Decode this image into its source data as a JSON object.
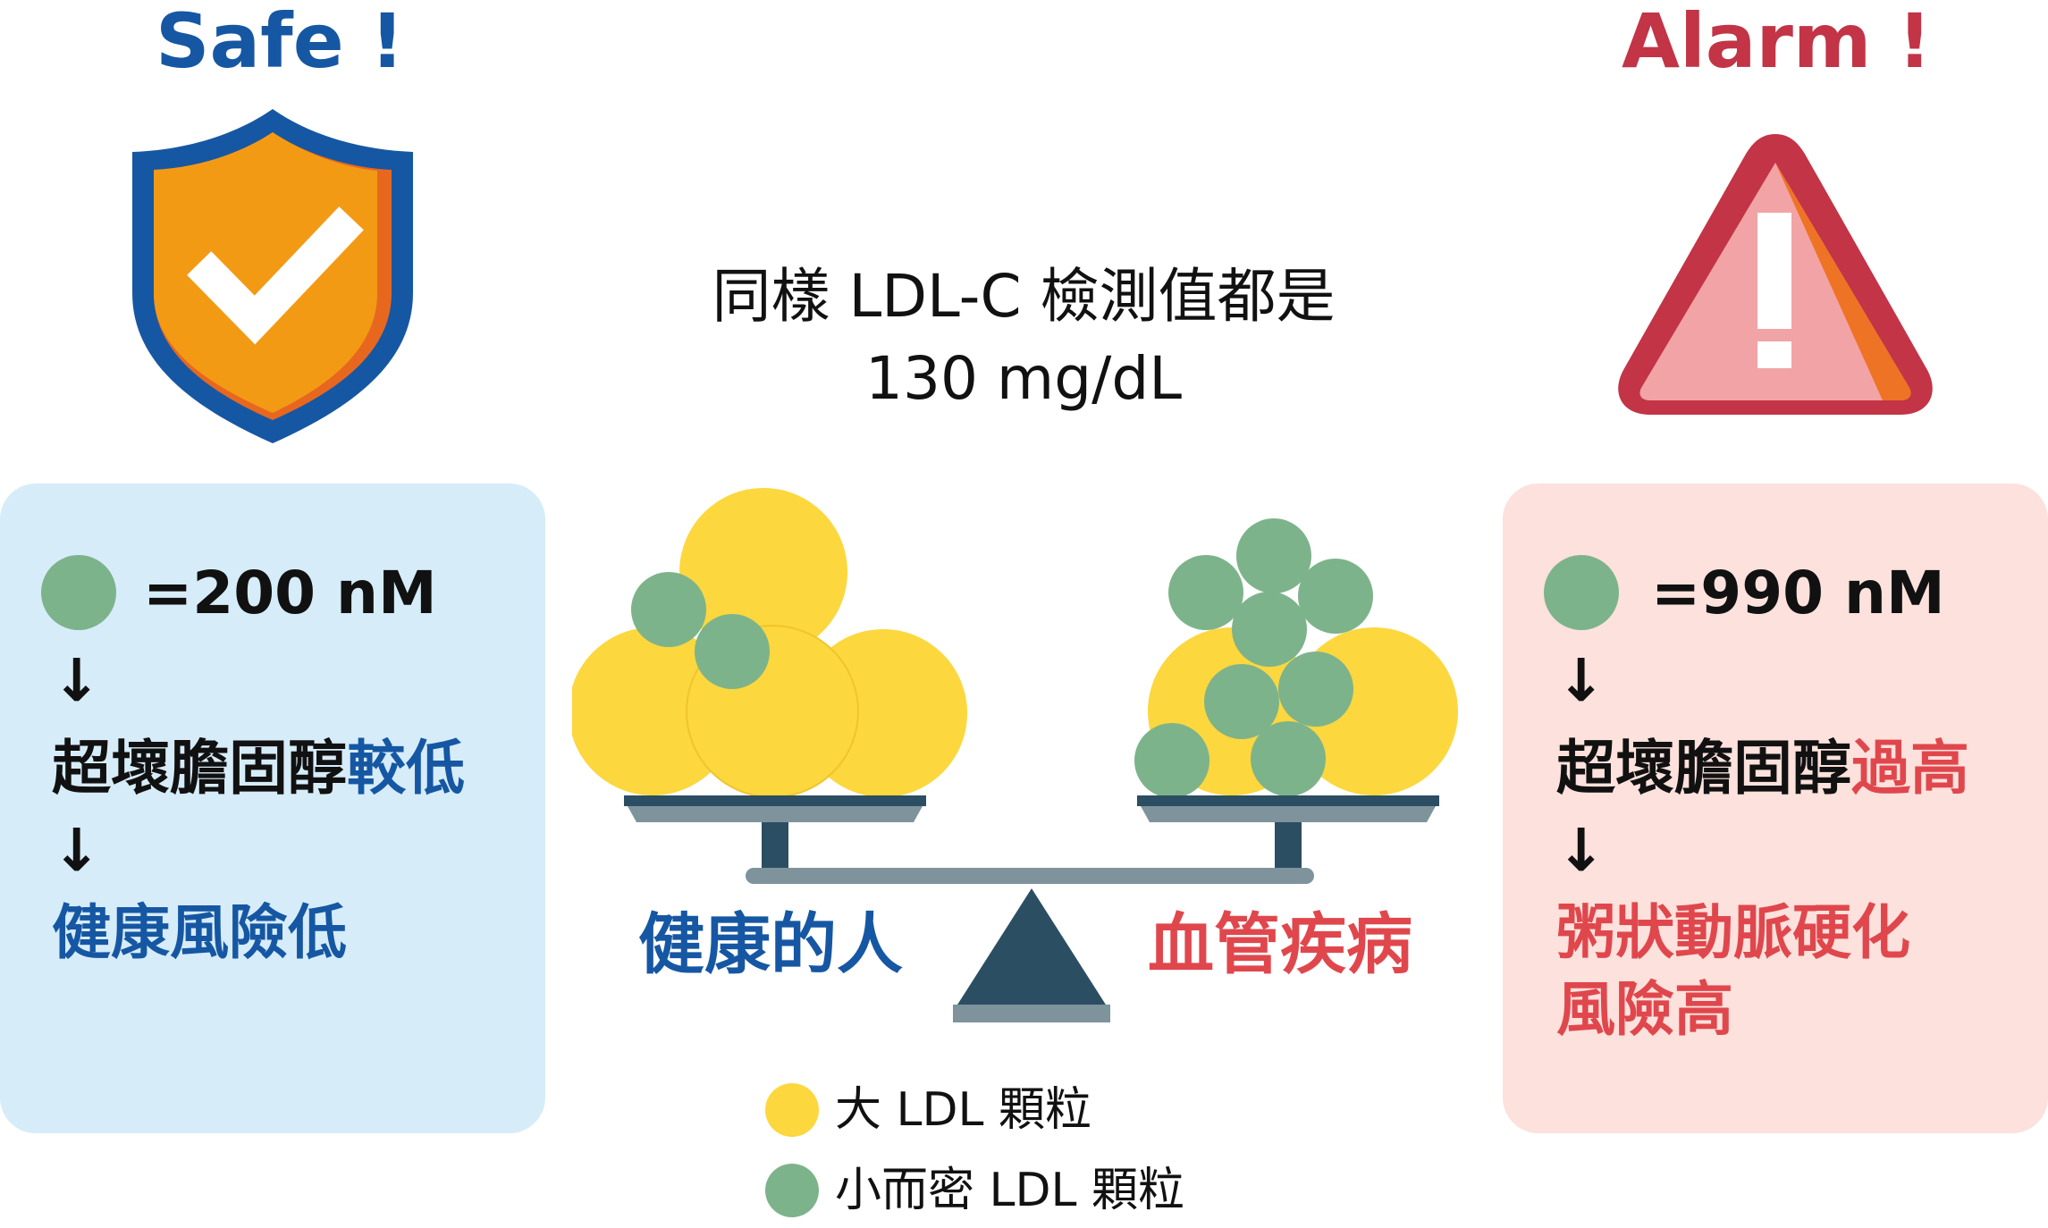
{
  "left": {
    "heading": "Safe !",
    "count": "=200 nM",
    "arrow": "↓",
    "line1_black": "超壞膽固醇",
    "line1_colored": "較低",
    "line2": "健康風險低"
  },
  "right": {
    "heading": "Alarm !",
    "count": "=990 nM",
    "arrow": "↓",
    "line1_black": "超壞膽固醇",
    "line1_colored": "過高",
    "line2a": "粥狀動脈硬化",
    "line2b": "風險高"
  },
  "center": {
    "line1": "同樣 LDL-C 檢測值都是",
    "line2": "130 mg/dL"
  },
  "scale": {
    "left_label": "健康的人",
    "right_label": "血管疾病"
  },
  "legend": {
    "items": [
      {
        "label": "大 LDL 顆粒",
        "color": "#fcd73e"
      },
      {
        "label": "小而密 LDL 顆粒",
        "color": "#7db38b"
      }
    ]
  },
  "colors": {
    "blue": "#1657a3",
    "red": "#e0474d",
    "yellow_particle": "#fcd73e",
    "green_particle": "#7db38b",
    "scale_dark": "#2c4e63",
    "scale_gray": "#7e939b"
  },
  "icons": {
    "left": "shield-check-icon",
    "right": "warning-triangle-icon"
  }
}
